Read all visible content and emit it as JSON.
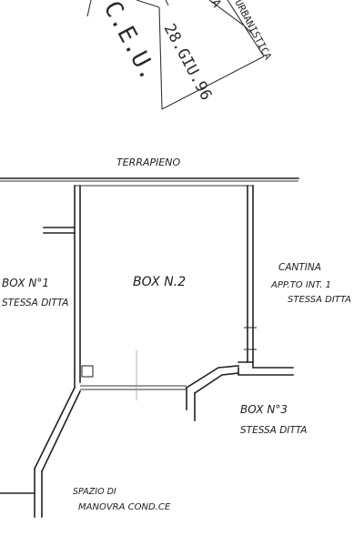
{
  "stamp": {
    "authority": "C.E.U.",
    "date": "28.GIU.96",
    "partial_text": "A",
    "partial_text_2": "URBANISTICA"
  },
  "labels": {
    "terrapieno": "TERRAPIENO",
    "box1_line1": "BOX N°1",
    "box1_line2": "STESSA DITTA",
    "box2": "BOX N.2",
    "cantina_line1": "CANTINA",
    "cantina_line2": "APP.TO INT. 1",
    "cantina_line3": "STESSA DITTA",
    "box3_line1": "BOX N°3",
    "box3_line2": "STESSA DITTA",
    "spazio_line1": "SPAZIO DI",
    "spazio_line2": "MANOVRA COND.CE"
  },
  "colors": {
    "ink": "#1e1e1e",
    "paper": "#ffffff"
  }
}
